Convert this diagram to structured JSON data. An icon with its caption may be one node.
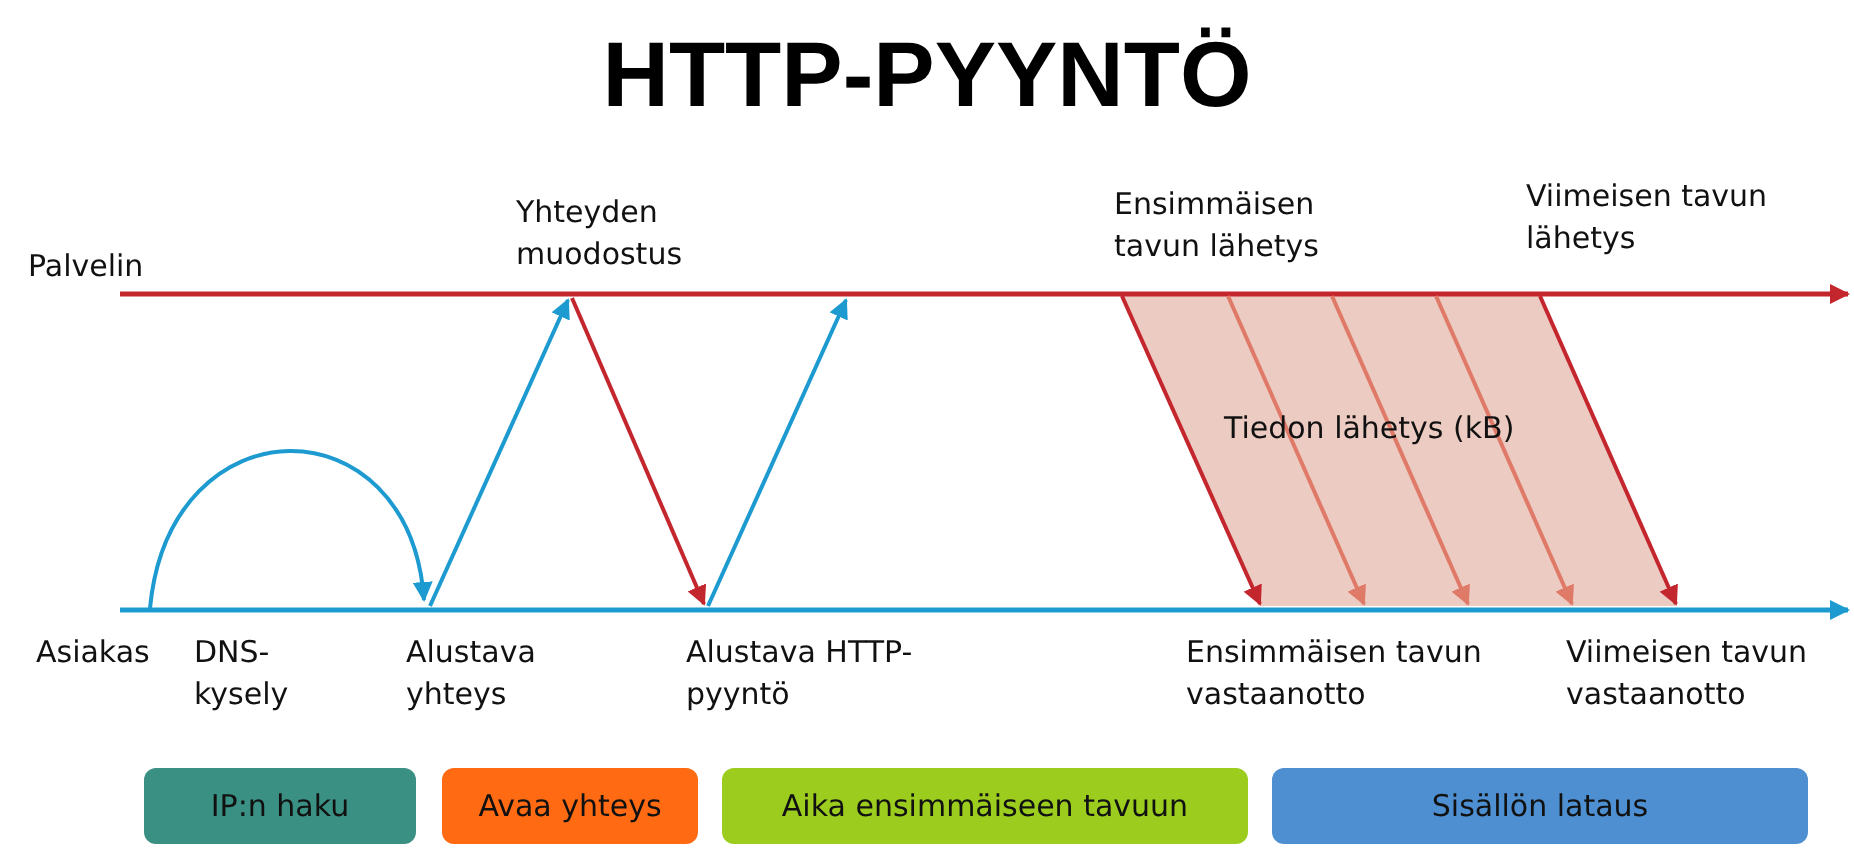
{
  "diagram": {
    "title": "HTTP-PYYNTÖ",
    "nodes": [
      {
        "text": [
          "IP:n haku"
        ]
      },
      {
        "text": [
          "Avaa yhteys"
        ]
      },
      {
        "text": [
          "Aika ensimmäiseen tavuun"
        ]
      },
      {
        "text": [
          "Sisällön lataus"
        ]
      }
    ],
    "labels": [
      "Palvelin",
      "Yhteyden muodostus",
      "Ensimmäisen tavun lähetys",
      "Viimeisen tavun lähetys",
      "Tiedon lähetys (kB)",
      "Asiakas",
      "DNS-kysely",
      "Alustava yhteys",
      "Alustava HTTP-pyyntö",
      "Ensimmäisen tavun vastaanotto",
      "Viimeisen tavun vastaanotto"
    ]
  }
}
